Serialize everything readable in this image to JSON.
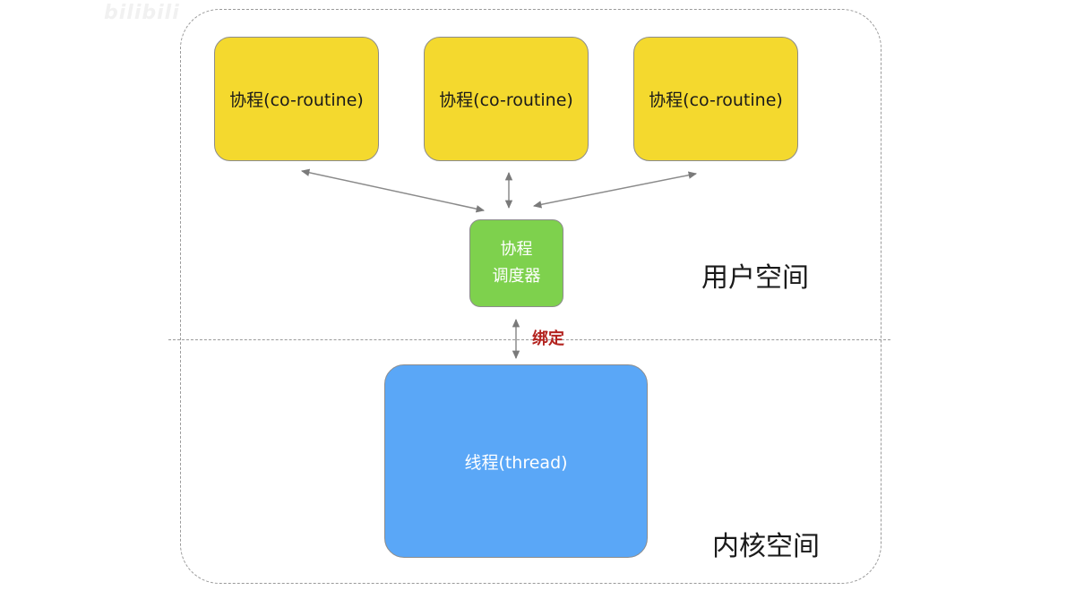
{
  "watermark": "bilibili",
  "coroutines": [
    {
      "label": "协程(co-routine)"
    },
    {
      "label": "协程(co-routine)"
    },
    {
      "label": "协程(co-routine)"
    }
  ],
  "scheduler": {
    "line1": "协程",
    "line2": "调度器"
  },
  "thread": {
    "label": "线程(thread)"
  },
  "regions": {
    "user_space": "用户空间",
    "kernel_space": "内核空间"
  },
  "binding": {
    "label": "绑定"
  },
  "colors": {
    "coroutine_fill": "#f4d92e",
    "scheduler_fill": "#7ed14d",
    "thread_fill": "#5aa7f7",
    "bind_text": "#b3231f",
    "border": "#8c8c8c"
  }
}
